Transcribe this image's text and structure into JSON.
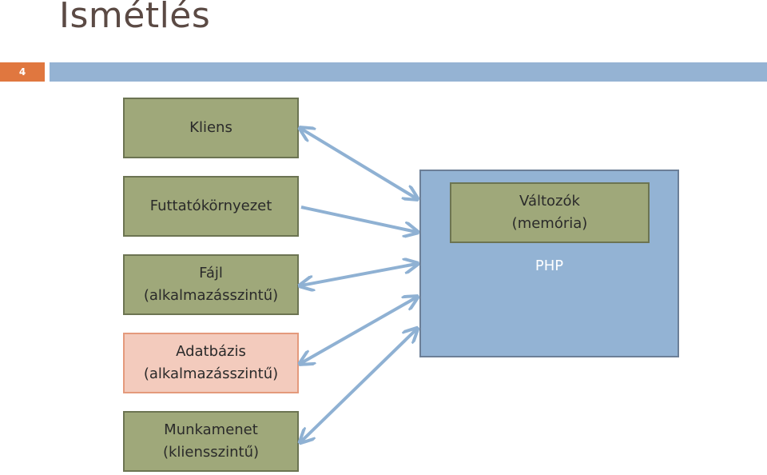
{
  "slide": {
    "title": "Ismétlés",
    "number": "4"
  },
  "colors": {
    "accent": "#e0773f",
    "header_bar": "#95b3d3",
    "box_fill": "#9fa87a",
    "highlight_fill": "#f3cbbd",
    "php_fill": "#93b3d4",
    "arrow": "#8fb1d3"
  },
  "diagram": {
    "sources": [
      {
        "label": "Kliens"
      },
      {
        "label": "Futtatókörnyezet"
      },
      {
        "label": "Fájl\n(alkalmazásszintű)"
      },
      {
        "label": "Adatbázis\n(alkalmazásszintű)"
      },
      {
        "label": "Munkamenet\n(kliensszintű)"
      }
    ],
    "php": {
      "label": "PHP",
      "variables_label": "Változók\n(memória)"
    }
  }
}
